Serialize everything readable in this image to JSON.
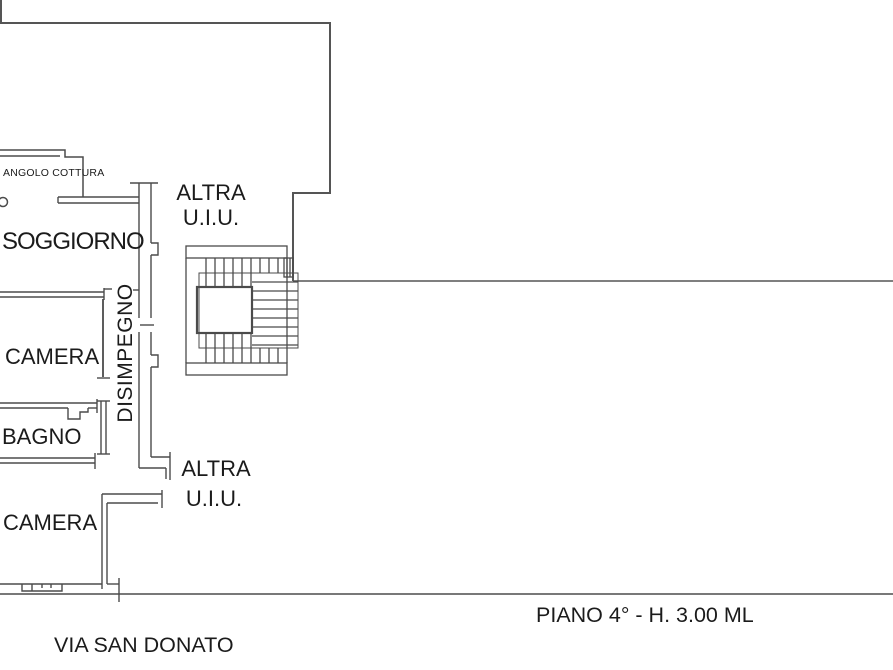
{
  "plan": {
    "labels": {
      "angolo_cottura": "ANGOLO COTTURA",
      "soggiorno": "SOGGIORNO",
      "camera_1": "CAMERA",
      "bagno": "BAGNO",
      "camera_2": "CAMERA",
      "disimpegno": "DISIMPEGNO",
      "altra_uiu_upper_line1": "ALTRA",
      "altra_uiu_upper_line2": "U.I.U.",
      "altra_uiu_lower_line1": "ALTRA",
      "altra_uiu_lower_line2": "U.I.U.",
      "floor_note": "PIANO 4° - H. 3.00 ML",
      "street": "VIA SAN DONATO"
    },
    "colors": {
      "wall_line": "#4b4b4b",
      "outer_line": "#555555",
      "text": "#1b1b1b",
      "background": "#ffffff"
    }
  }
}
